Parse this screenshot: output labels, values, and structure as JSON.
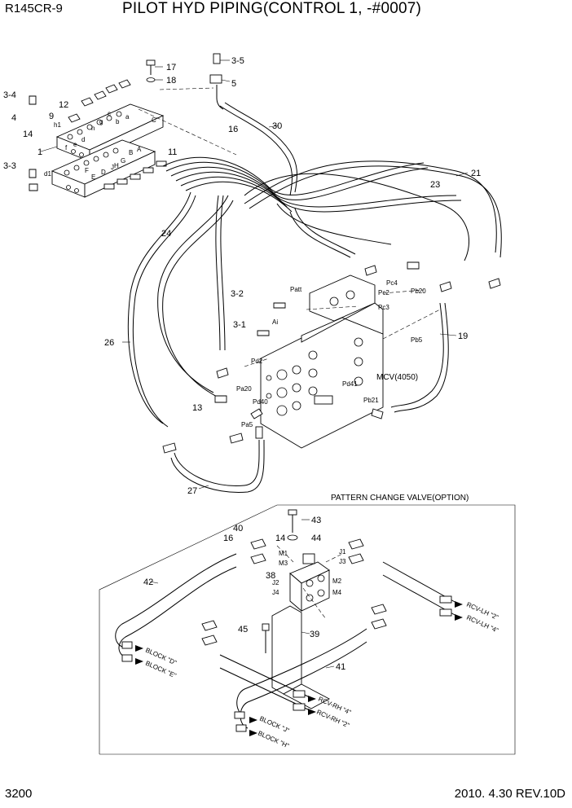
{
  "header": {
    "model": "R145CR-9",
    "title": "PILOT HYD PIPING(CONTROL 1, -#0007)"
  },
  "footer": {
    "page": "3200",
    "revision": "2010. 4.30  REV.10D"
  },
  "upper": {
    "mcv_label": "MCV(4050)",
    "ports": [
      "Patt",
      "Ai",
      "Pd2",
      "Pa20",
      "Pd40",
      "Pa5",
      "Pd41",
      "Pc2",
      "Pc3",
      "Pc4",
      "Pb20",
      "Pb5",
      "Pb21"
    ],
    "block_letters": [
      "a",
      "b",
      "c",
      "d",
      "e",
      "f",
      "g",
      "h",
      "h1",
      "d1",
      "A",
      "B",
      "C",
      "D",
      "E",
      "F",
      "G",
      "H",
      "J"
    ],
    "callouts": [
      "1",
      "3-1",
      "3-2",
      "3-3",
      "3-4",
      "3-5",
      "4",
      "5",
      "9",
      "11",
      "12",
      "13",
      "14",
      "16",
      "17",
      "18",
      "19",
      "21",
      "23",
      "24",
      "26",
      "27",
      "30"
    ]
  },
  "lower": {
    "section_title": "PATTERN CHANGE VALVE(OPTION)",
    "valve_ports": [
      "M1",
      "M3",
      "J1",
      "J3",
      "J2",
      "J4",
      "M2",
      "M4"
    ],
    "hose_labels": [
      "BLOCK \"D\"",
      "BLOCK \"E\"",
      "BLOCK \"J\"",
      "BLOCK \"H\"",
      "RCV-LH \"2\"",
      "RCV-LH \"4\"",
      "RCV-RH \"4\"",
      "RCV-RH \"2\""
    ],
    "callouts": [
      "14",
      "16",
      "38",
      "39",
      "40",
      "41",
      "42",
      "43",
      "44",
      "45"
    ]
  }
}
